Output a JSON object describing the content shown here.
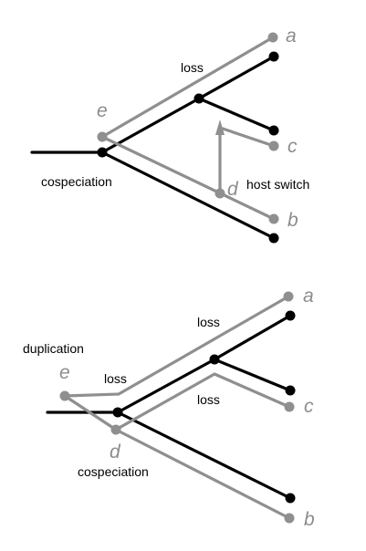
{
  "panels": [
    {
      "labels": {
        "loss": "loss",
        "cospeciation": "cospeciation",
        "host_switch": "host switch"
      },
      "node_labels": {
        "e": "e",
        "d": "d"
      },
      "tip_labels": {
        "a": "a",
        "b": "b",
        "c": "c"
      }
    },
    {
      "labels": {
        "duplication": "duplication",
        "loss_top": "loss",
        "loss_left": "loss",
        "loss_mid": "loss",
        "cospeciation": "cospeciation"
      },
      "node_labels": {
        "e": "e",
        "d": "d"
      },
      "tip_labels": {
        "a": "a",
        "b": "b",
        "c": "c"
      }
    }
  ],
  "colors": {
    "host": "#000000",
    "parasite": "#8f8f8f"
  }
}
